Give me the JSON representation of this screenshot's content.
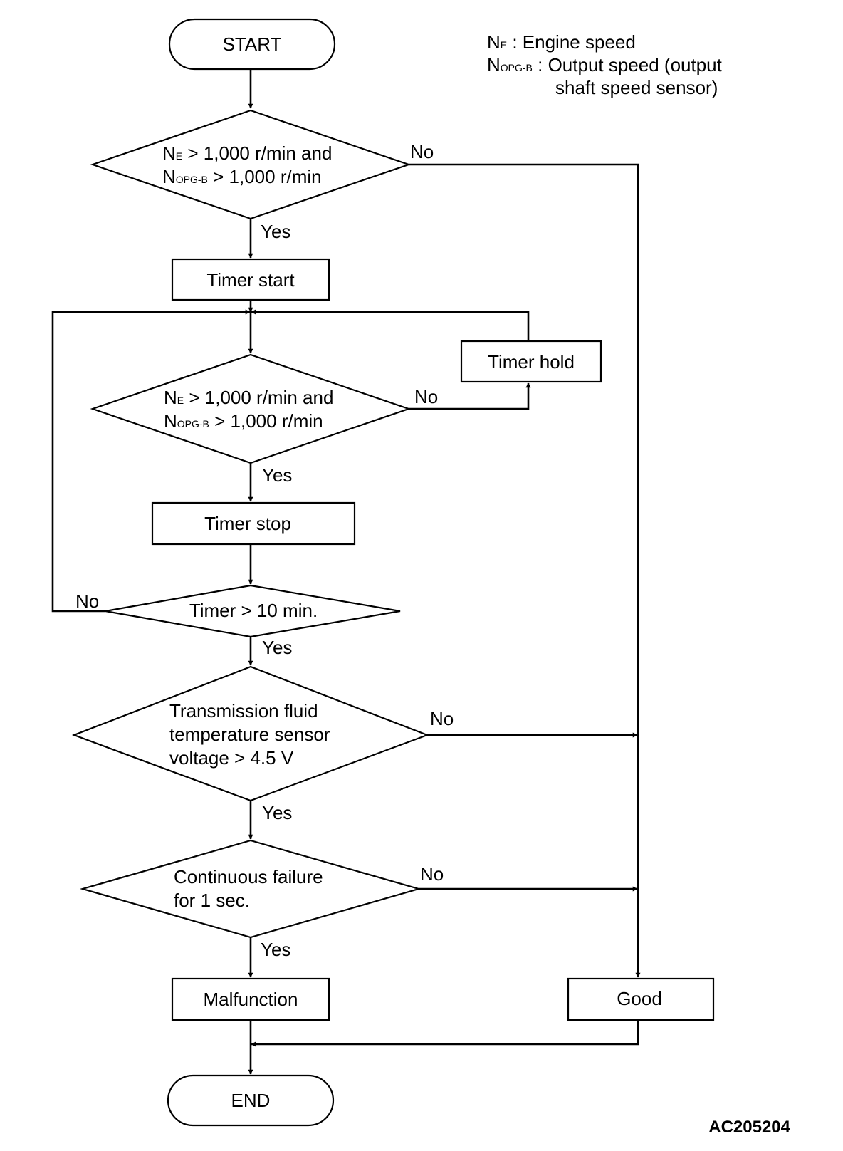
{
  "legend": {
    "ne_main": "N",
    "ne_sub": "E",
    "ne_desc": " : Engine speed",
    "nopg_main": "N",
    "nopg_sub": "OPG-B",
    "nopg_desc_1": " : Output speed (output",
    "nopg_desc_2": "shaft speed sensor)"
  },
  "nodes": {
    "start": "START",
    "decision1": {
      "l1_main": "N",
      "l1_sub": "E",
      "l1_rest": " > 1,000 r/min and",
      "l2_main": "N",
      "l2_sub": "OPG-B",
      "l2_rest": " > 1,000 r/min"
    },
    "timer_start": "Timer start",
    "decision2": {
      "l1_main": "N",
      "l1_sub": "E",
      "l1_rest": " > 1,000 r/min and",
      "l2_main": "N",
      "l2_sub": "OPG-B",
      "l2_rest": " > 1,000 r/min"
    },
    "timer_hold": "Timer hold",
    "timer_stop": "Timer stop",
    "decision3": "Timer > 10 min.",
    "decision4": [
      "Transmission fluid",
      "temperature sensor",
      "voltage > 4.5 V"
    ],
    "decision5": [
      "Continuous failure",
      "for 1 sec."
    ],
    "malfunction": "Malfunction",
    "good": "Good",
    "end": "END"
  },
  "edges": {
    "yes": "Yes",
    "no": "No"
  },
  "figure_code": "AC205204"
}
